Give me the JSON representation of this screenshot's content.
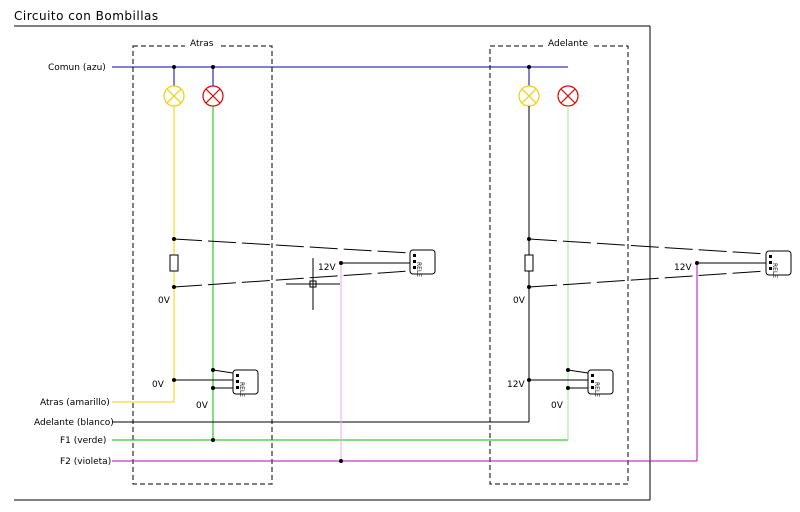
{
  "title": "Circuito con Bombillas",
  "zones": {
    "rear": "Atras",
    "front": "Adelante"
  },
  "wires": {
    "common": "Comun (azu)",
    "rear": "Atras (amarillo)",
    "front": "Adelante (blanco)",
    "f1": "F1 (verde)",
    "f2": "F2 (violeta)"
  },
  "voltages": {
    "v12": "12V",
    "v0": "0V"
  },
  "relay_tag": "RELE",
  "colors": {
    "blue": "#0000b0",
    "yellow": "#f0d000",
    "green": "#00c000",
    "magenta": "#c000c0",
    "pink": "#f0a0f0",
    "light_green": "#90ee90",
    "lamp_yellow": "#f0d000",
    "lamp_red": "#e00000"
  }
}
